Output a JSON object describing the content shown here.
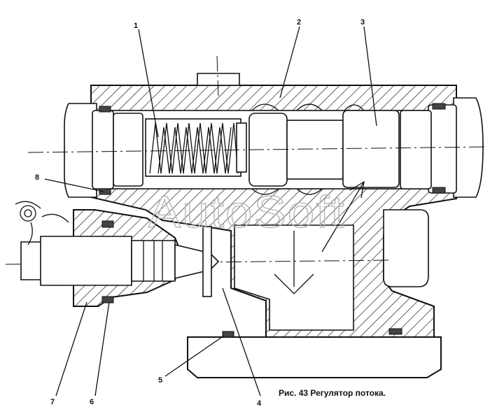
{
  "figure": {
    "caption": "Рис. 43  Регулятор потока.",
    "watermark": "AutoSoft"
  },
  "callouts": [
    {
      "id": "1",
      "label": "1"
    },
    {
      "id": "2",
      "label": "2"
    },
    {
      "id": "3",
      "label": "3"
    },
    {
      "id": "4",
      "label": "4"
    },
    {
      "id": "5",
      "label": "5"
    },
    {
      "id": "6",
      "label": "6"
    },
    {
      "id": "7",
      "label": "7"
    },
    {
      "id": "8",
      "label": "8"
    }
  ],
  "colors": {
    "ink": "#111111",
    "paper": "#ffffff",
    "watermark": "#b9b9b9"
  }
}
